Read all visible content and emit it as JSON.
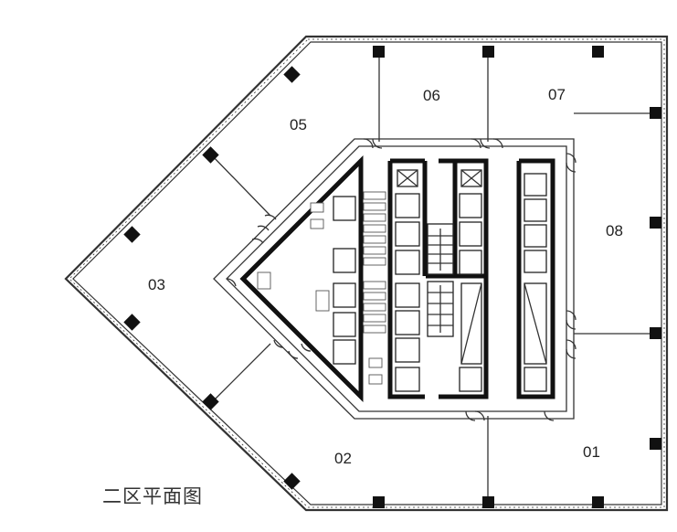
{
  "units": [
    {
      "id": "01",
      "label": "01"
    },
    {
      "id": "02",
      "label": "02"
    },
    {
      "id": "03",
      "label": "03"
    },
    {
      "id": "05",
      "label": "05"
    },
    {
      "id": "06",
      "label": "06"
    },
    {
      "id": "07",
      "label": "07"
    },
    {
      "id": "08",
      "label": "08"
    }
  ],
  "caption": "二区平面图"
}
